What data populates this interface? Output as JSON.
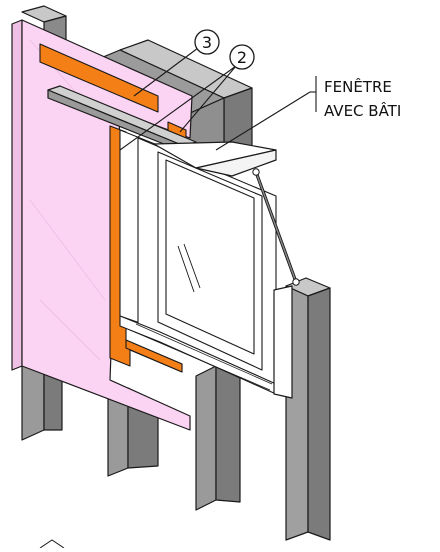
{
  "callouts": [
    {
      "number": "3"
    },
    {
      "number": "2"
    }
  ],
  "label": {
    "line1": "FENÊTRE",
    "line2": "AVEC BÂTI"
  },
  "colors": {
    "sheathing": "#fbd3f3",
    "membrane": "#f57f17",
    "lumber_dark": "#8a8a8a",
    "lumber_mid": "#a8a8a8",
    "lumber_light": "#c8c8c8",
    "frame": "#ffffff",
    "outline": "#1a1a1a"
  }
}
